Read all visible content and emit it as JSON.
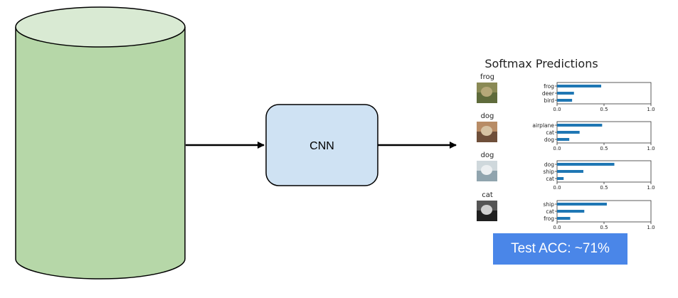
{
  "diagram": {
    "cnn_label": "CNN",
    "colors": {
      "cylinder_fill": "#b6d7a8",
      "cylinder_top": "#d9ead3",
      "cnn_fill": "#cfe2f3",
      "badge": "#4a86e8",
      "bar": "#1f77b4"
    }
  },
  "softmax": {
    "title": "Softmax Predictions",
    "ticks": [
      "0.0",
      "0.5",
      "1.0"
    ],
    "xlim": [
      0,
      1
    ],
    "samples": [
      {
        "label": "frog",
        "image": "frog-thumbnail",
        "predictions": [
          {
            "class": "frog",
            "p": 0.47
          },
          {
            "class": "deer",
            "p": 0.18
          },
          {
            "class": "bird",
            "p": 0.16
          }
        ]
      },
      {
        "label": "dog",
        "image": "dog-thumbnail",
        "predictions": [
          {
            "class": "airplane",
            "p": 0.48
          },
          {
            "class": "cat",
            "p": 0.24
          },
          {
            "class": "dog",
            "p": 0.13
          }
        ]
      },
      {
        "label": "dog",
        "image": "dog-thumbnail",
        "predictions": [
          {
            "class": "dog",
            "p": 0.61
          },
          {
            "class": "ship",
            "p": 0.28
          },
          {
            "class": "cat",
            "p": 0.07
          }
        ]
      },
      {
        "label": "cat",
        "image": "cat-thumbnail",
        "predictions": [
          {
            "class": "ship",
            "p": 0.53
          },
          {
            "class": "cat",
            "p": 0.29
          },
          {
            "class": "frog",
            "p": 0.14
          }
        ]
      }
    ]
  },
  "accuracy": {
    "text": "Test ACC: ~71%"
  }
}
